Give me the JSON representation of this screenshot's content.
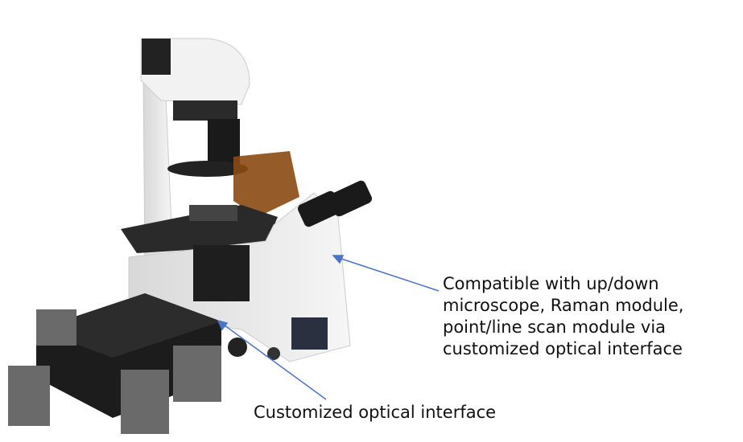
{
  "annotations": {
    "compatibility": [
      "Compatible with up/down",
      "microscope, Raman module,",
      "point/line scan module via",
      "customized optical interface"
    ],
    "interface": "Customized optical interface"
  },
  "colors": {
    "arrow": "#4a74c4",
    "body": "#ececec",
    "dark": "#1c1c1c",
    "amber": "#8a4a12"
  }
}
